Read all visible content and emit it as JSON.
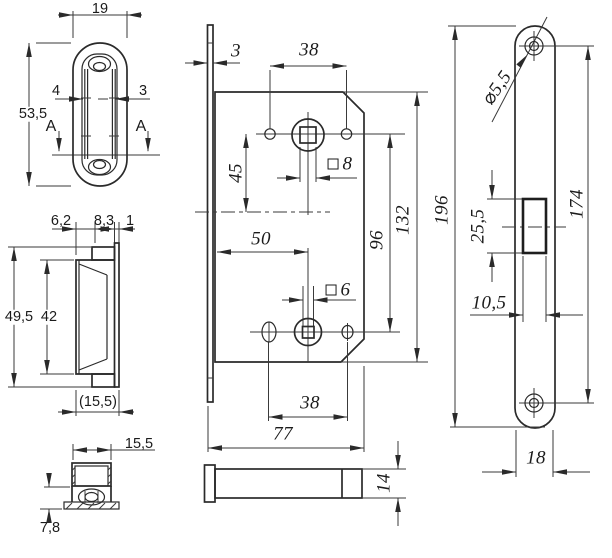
{
  "background_color": "#ffffff",
  "line_color": "#2a2a2a",
  "views": {
    "strike_front": {
      "width": "19",
      "height": "53,5",
      "left_offset": "4",
      "right_offset": "3",
      "section_mark_left": "A",
      "section_mark_right": "A"
    },
    "strike_section": {
      "cup_depth": "6,2",
      "inner_depth": "8,3",
      "plate_thickness": "1",
      "outer_height": "49,5",
      "cup_height": "42",
      "overall_depth_ref": "(15,5)"
    },
    "strike_bottom": {
      "width": "15,5",
      "height": "7,8"
    },
    "lock_front": {
      "faceplate_thickness": "3",
      "top_hole_spacing": "38",
      "spindle_to_center": "45",
      "top_square_size": "8",
      "backset": "50",
      "bottom_square_size": "6",
      "hole_centers_distance": "96",
      "body_height": "132",
      "bottom_hole_spacing": "38",
      "body_width": "77"
    },
    "lock_side": {
      "body_thickness": "14"
    },
    "faceplate": {
      "screw_hole_diameter": "⌀5,5",
      "height": "196",
      "screw_spacing": "174",
      "latch_cutout_height": "25,5",
      "latch_cutout_width": "10,5",
      "width": "18"
    }
  }
}
